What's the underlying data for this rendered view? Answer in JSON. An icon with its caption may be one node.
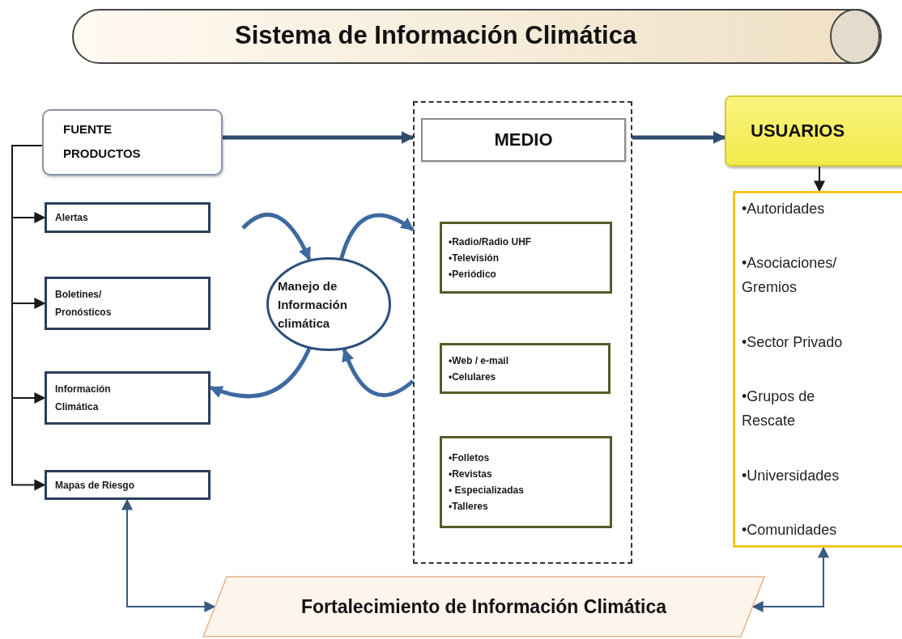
{
  "diagram": {
    "title": "Sistema de Información Climática",
    "nodes": [
      {
        "text": [
          "FUENTE PRODUCTOS"
        ]
      },
      {
        "text": [
          "Alertas"
        ]
      },
      {
        "text": [
          "Boletines/ Pronósticos"
        ]
      },
      {
        "text": [
          "Información Climática"
        ]
      },
      {
        "text": [
          "Mapas de Riesgo"
        ]
      },
      {
        "text": [
          "Manejo de Información climática"
        ]
      },
      {
        "text": [],
        "shape": "box"
      },
      {
        "text": [
          "MEDIO"
        ],
        "in": 6
      },
      {
        "text": [
          "•Radio/Radio UHF",
          "•Televisión",
          "•Periódico"
        ],
        "in": 6
      },
      {
        "text": [
          "•Web / e-mail",
          "•Celulares"
        ],
        "in": 6
      },
      {
        "text": [
          "•Folletos",
          "•Revistas",
          "• Especializadas",
          "•Talleres"
        ],
        "in": 6
      },
      {
        "text": [
          "USUARIOS"
        ]
      },
      {
        "text": [
          "•Autoridades",
          "•Asociaciones/ Gremios",
          "•Sector Privado",
          "•Grupos de Rescate",
          "•Universidades",
          "•Comunidades"
        ]
      },
      {
        "text": [
          "Fortalecimiento de Información Climática"
        ]
      }
    ],
    "edges": [
      {
        "from": 0,
        "to": 1,
        "arrow": "to"
      },
      {
        "from": 0,
        "to": 2,
        "arrow": "to"
      },
      {
        "from": 0,
        "to": 3,
        "arrow": "to"
      },
      {
        "from": 0,
        "to": 4,
        "arrow": "to"
      },
      {
        "from": 0,
        "to": 6,
        "arrow": "to",
        "style": "thick",
        "color": "#2e4a6e"
      },
      {
        "from": 6,
        "to": 11,
        "arrow": "to",
        "style": "thick",
        "color": "#2e4a6e"
      },
      {
        "from": 11,
        "to": 12,
        "arrow": "to"
      },
      {
        "from": 4,
        "to": 13,
        "arrow": "both",
        "color": "#3a5a80"
      },
      {
        "from": 13,
        "to": 12,
        "arrow": "both",
        "color": "#3a5a80"
      },
      {
        "from": null,
        "to": 5,
        "arrow": "to",
        "style": "thick",
        "color": "#3d6aa0"
      },
      {
        "from": 5,
        "to": 6,
        "arrow": "to",
        "style": "thick",
        "color": "#3d6aa0"
      },
      {
        "from": 5,
        "to": 3,
        "arrow": "to",
        "style": "thick",
        "color": "#3d6aa0"
      },
      {
        "from": 6,
        "to": 5,
        "arrow": "to",
        "style": "thick",
        "color": "#3d6aa0"
      }
    ]
  }
}
